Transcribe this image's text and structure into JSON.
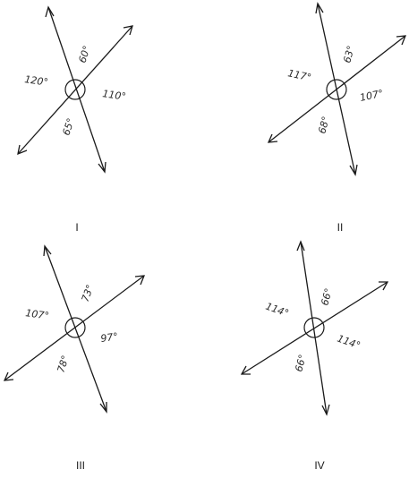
{
  "figures": [
    {
      "label": "I",
      "angles": {
        "top": "60°",
        "right": "110°",
        "bottom": "65°",
        "left": "120°"
      }
    },
    {
      "label": "II",
      "angles": {
        "top": "63°",
        "right": "107°",
        "bottom": "68°",
        "left": "117°"
      }
    },
    {
      "label": "III",
      "angles": {
        "top": "73°",
        "right": "97°",
        "bottom": "78°",
        "left": "107°"
      }
    },
    {
      "label": "IV",
      "angles": {
        "top": "66°",
        "right": "114°",
        "bottom": "66°",
        "left": "114°"
      }
    }
  ]
}
